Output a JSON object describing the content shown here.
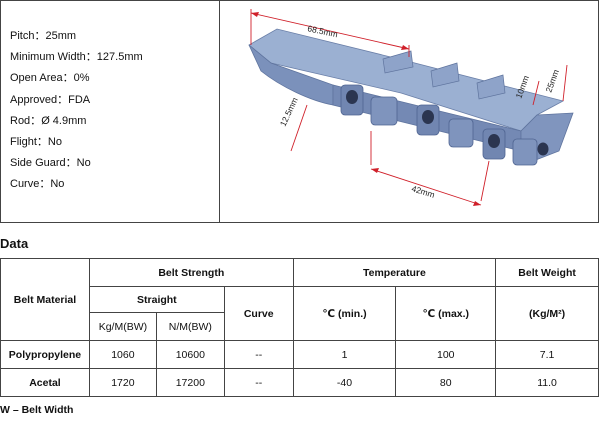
{
  "specs": [
    {
      "label": "Pitch：",
      "value": "25mm"
    },
    {
      "label": "Minimum Width：",
      "value": "127.5mm"
    },
    {
      "label": "Open Area：",
      "value": "0%"
    },
    {
      "label": "Approved：",
      "value": "FDA"
    },
    {
      "label": "Rod：",
      "value": "Ø 4.9mm"
    },
    {
      "label": "Flight：",
      "value": "No"
    },
    {
      "label": "Side Guard：",
      "value": "No"
    },
    {
      "label": "Curve：",
      "value": "No"
    }
  ],
  "figure": {
    "dims": {
      "length": "68.5mm",
      "height1": "10mm",
      "height2": "25mm",
      "depth": "12.5mm",
      "span": "42mm"
    }
  },
  "section_title": "Data",
  "table": {
    "col_material": "Belt Material",
    "group_strength": "Belt Strength",
    "sub_straight": "Straight",
    "col_kgm": "Kg/M(BW)",
    "col_nm": "N/M(BW)",
    "col_curve": "Curve",
    "group_temp": "Temperature",
    "col_tmin": "℃  (min.)",
    "col_tmax": "℃  (max.)",
    "group_weight": "Belt Weight",
    "col_weight": "(Kg/M²)",
    "rows": [
      {
        "material": "Polypropylene",
        "kgm": "1060",
        "nm": "10600",
        "curve": "--",
        "tmin": "1",
        "tmax": "100",
        "weight": "7.1"
      },
      {
        "material": "Acetal",
        "kgm": "1720",
        "nm": "17200",
        "curve": "--",
        "tmin": "-40",
        "tmax": "80",
        "weight": "11.0"
      }
    ]
  },
  "note": "W – Belt Width",
  "colors": {
    "belt": "#8fa4c8",
    "belt_dark": "#5f749e",
    "dim_line": "#d0202a"
  }
}
